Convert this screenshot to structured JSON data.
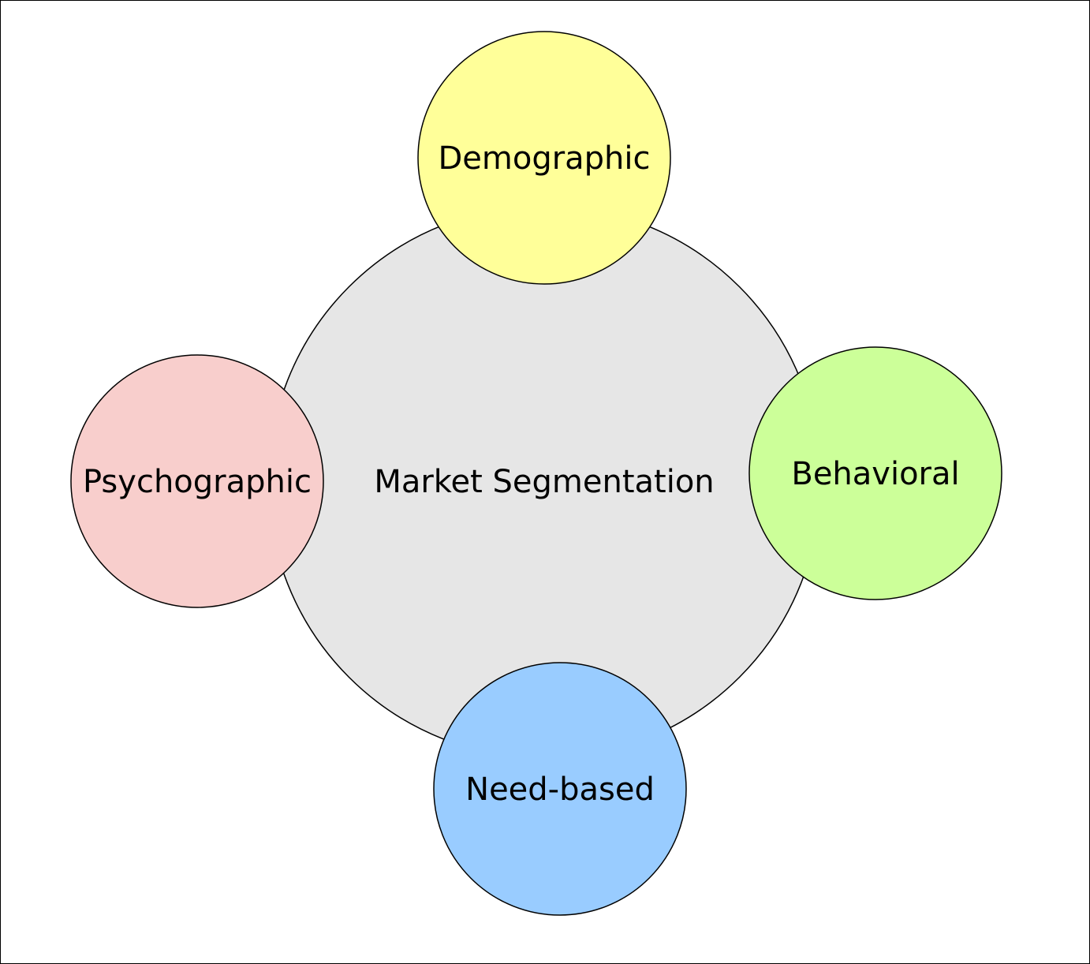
{
  "center": {
    "label": "Market Segmentation",
    "fill": "#e6e6e6"
  },
  "segments": {
    "demographic": {
      "label": "Demographic",
      "fill": "#ffff99"
    },
    "behavioral": {
      "label": "Behavioral",
      "fill": "#ccff99"
    },
    "need_based": {
      "label": "Need-based",
      "fill": "#99ccff"
    },
    "psychographic": {
      "label": "Psychographic",
      "fill": "#f8cecc"
    }
  },
  "stroke": "#000000"
}
